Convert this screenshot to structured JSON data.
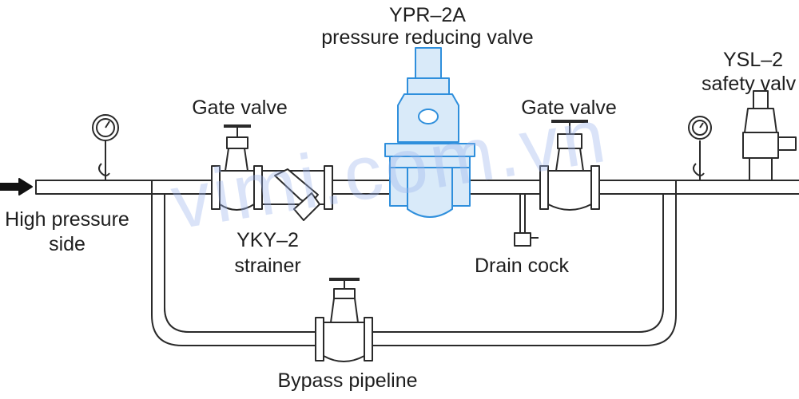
{
  "labels": {
    "prv_model": "YPR–2A",
    "prv_name": "pressure reducing valve",
    "safety_model": "YSL–2",
    "safety_name": "safety valv",
    "gate_valve_left": "Gate valve",
    "gate_valve_right": "Gate valve",
    "high_pressure_line1": "High pressure",
    "high_pressure_line2": "side",
    "strainer_model": "YKY–2",
    "strainer_name": "strainer",
    "drain_cock": "Drain cock",
    "bypass": "Bypass pipeline"
  },
  "watermark": "vimi.com.vn",
  "colors": {
    "line": "#2a2a2a",
    "prv_body": "#d9eaf9",
    "prv_stroke": "#2f8fdc",
    "watermark": "#9fb7ee"
  },
  "icons": {
    "flow_arrow": "arrow-right-icon",
    "gauge": "pressure-gauge-icon"
  }
}
